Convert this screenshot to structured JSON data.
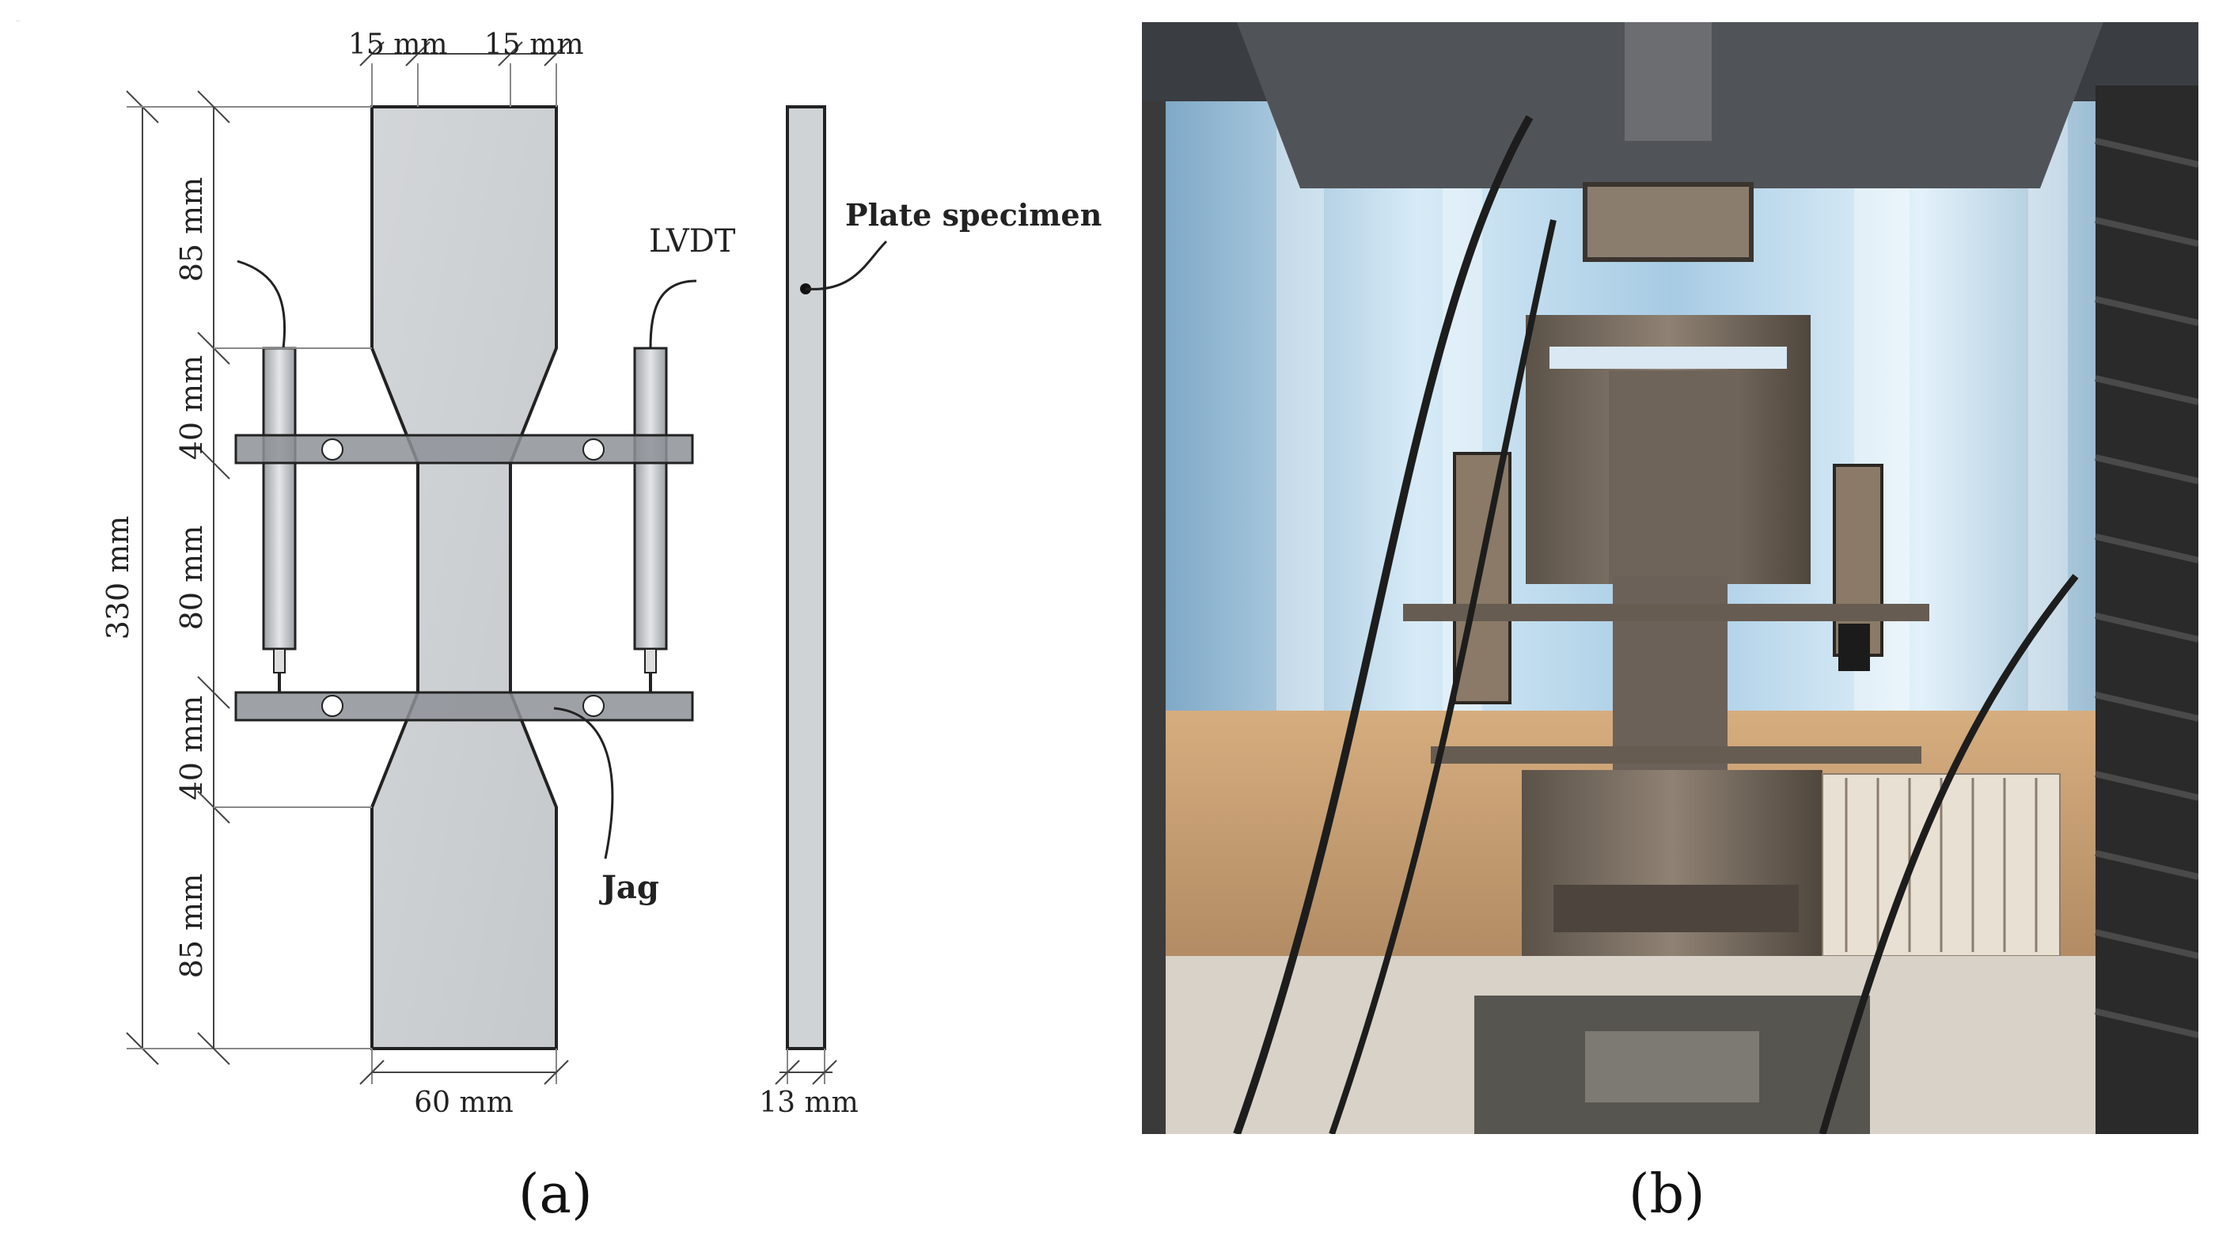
{
  "figure": {
    "panel_a": {
      "caption": "(a)",
      "dimensions": {
        "top_width_1": "15 mm",
        "top_width_2": "15 mm",
        "total_length": "330 mm",
        "upper_grip": "85 mm",
        "upper_transition": "40 mm",
        "gauge_length": "80 mm",
        "lower_transition": "40 mm",
        "lower_grip": "85 mm",
        "bottom_width": "60 mm",
        "thickness": "13 mm"
      },
      "labels": {
        "lvdt": "LVDT",
        "plate_specimen": "Plate specimen",
        "jag": "Jag"
      }
    },
    "panel_b": {
      "caption": "(b)"
    },
    "colors": {
      "specimen_fill": "#cfd3d6",
      "jaw_fill": "#8d9196",
      "outline": "#222222",
      "photo_wall": "#bcd8ec",
      "photo_floor": "#c9a27a"
    }
  }
}
